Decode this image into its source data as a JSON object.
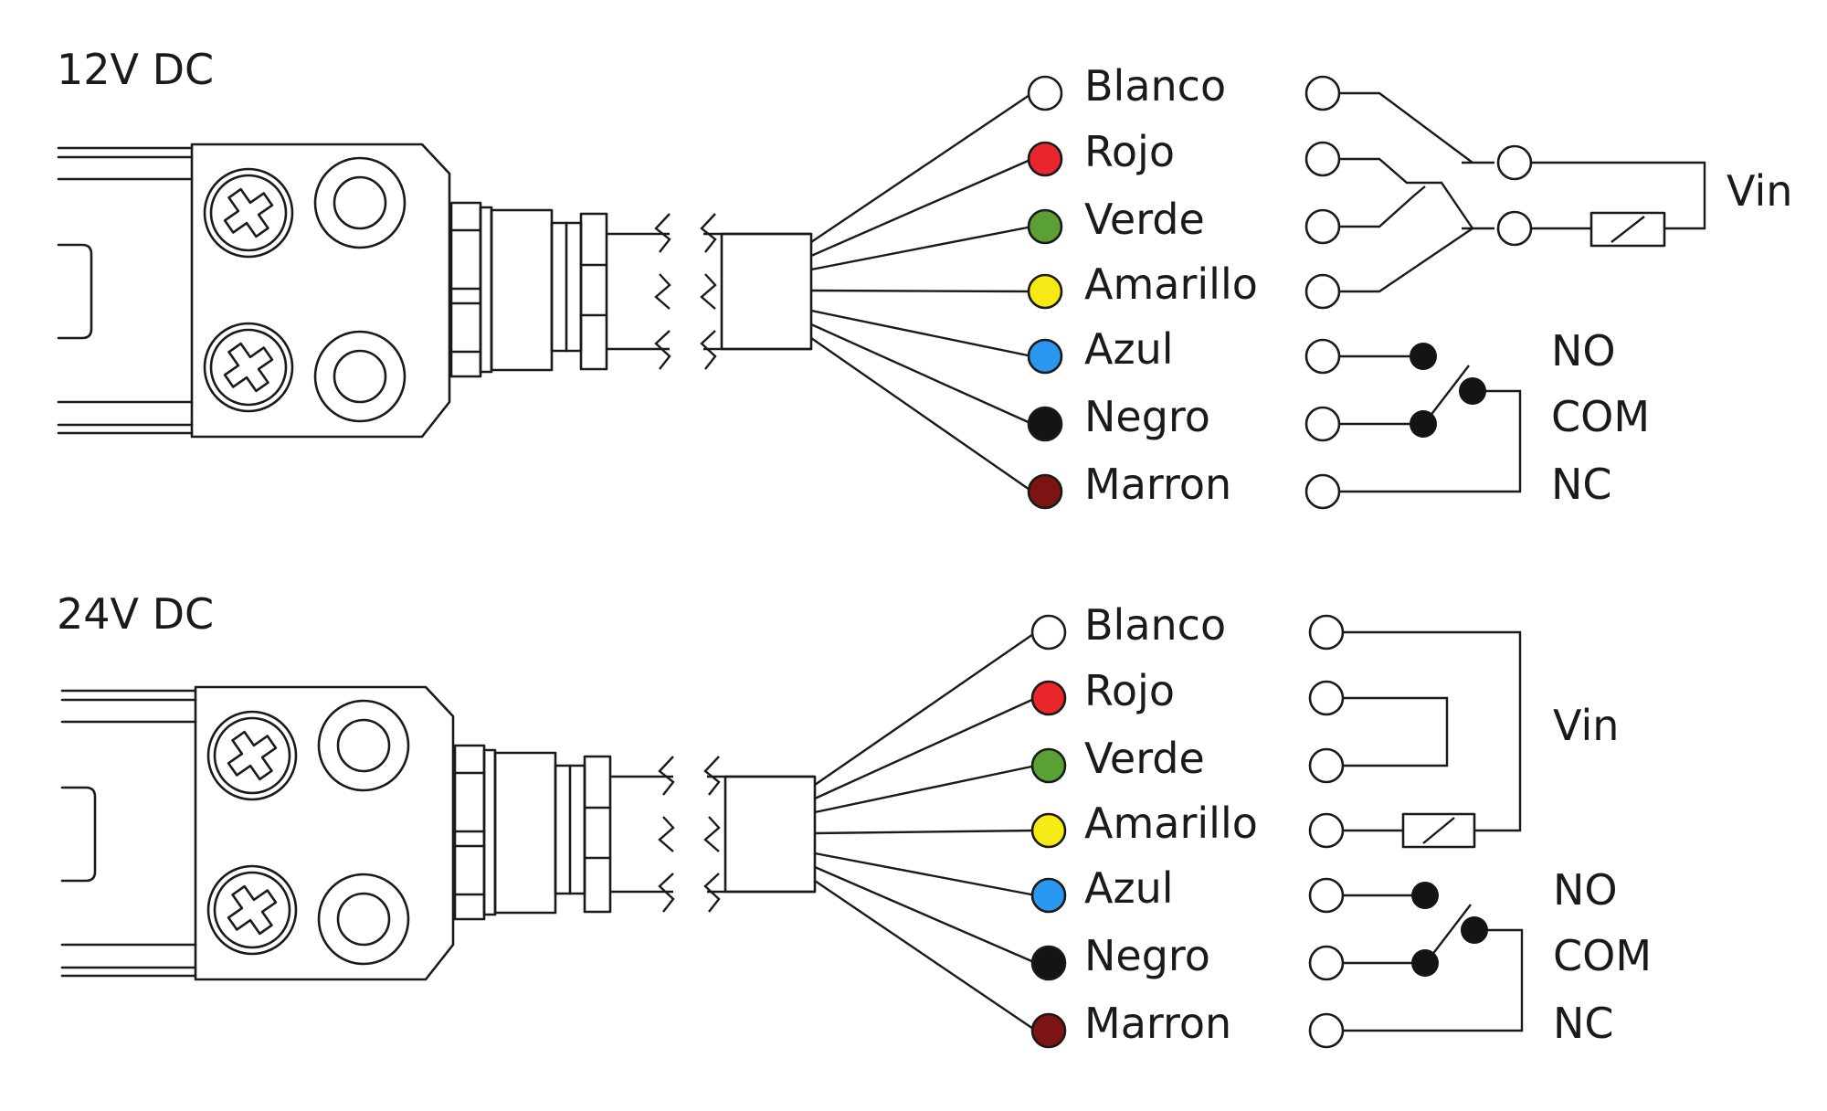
{
  "diagrams": [
    {
      "title": "12V DC",
      "wires": [
        {
          "label": "Blanco",
          "color": "#ffffff"
        },
        {
          "label": "Rojo",
          "color": "#e8262b"
        },
        {
          "label": "Verde",
          "color": "#5aa135"
        },
        {
          "label": "Amarillo",
          "color": "#f5ea14"
        },
        {
          "label": "Azul",
          "color": "#2a97f0"
        },
        {
          "label": "Negro",
          "color": "#141414"
        },
        {
          "label": "Marron",
          "color": "#7c1414"
        }
      ],
      "vin_label": "Vin",
      "contacts": {
        "no": "NO",
        "com": "COM",
        "nc": "NC"
      }
    },
    {
      "title": "24V DC",
      "wires": [
        {
          "label": "Blanco",
          "color": "#ffffff"
        },
        {
          "label": "Rojo",
          "color": "#e8262b"
        },
        {
          "label": "Verde",
          "color": "#5aa135"
        },
        {
          "label": "Amarillo",
          "color": "#f5ea14"
        },
        {
          "label": "Azul",
          "color": "#2a97f0"
        },
        {
          "label": "Negro",
          "color": "#141414"
        },
        {
          "label": "Marron",
          "color": "#7c1414"
        }
      ],
      "vin_label": "Vin",
      "contacts": {
        "no": "NO",
        "com": "COM",
        "nc": "NC"
      }
    }
  ]
}
